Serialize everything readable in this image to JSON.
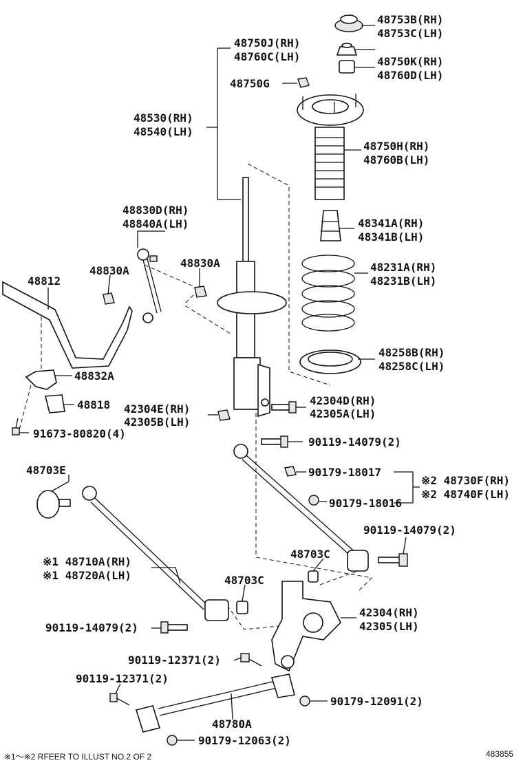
{
  "parts": {
    "p48753B": "48753B(RH)",
    "p48753C": "48753C(LH)",
    "p48750J": "48750J(RH)",
    "p48760C": "48760C(LH)",
    "p48750K": "48750K(RH)",
    "p48760D": "48760D(LH)",
    "p48750G": "48750G",
    "p48530": "48530(RH)",
    "p48540": "48540(LH)",
    "p48750H": "48750H(RH)",
    "p48760B": "48760B(LH)",
    "p48341A": "48341A(RH)",
    "p48341B": "48341B(LH)",
    "p48830D": "48830D(RH)",
    "p48840A": "48840A(LH)",
    "p48830A_1": "48830A",
    "p48830A_2": "48830A",
    "p48231A": "48231A(RH)",
    "p48231B": "48231B(LH)",
    "p48812": "48812",
    "p48258B": "48258B(RH)",
    "p48258C": "48258C(LH)",
    "p48832A": "48832A",
    "p48818": "48818",
    "p42304E": "42304E(RH)",
    "p42305B": "42305B(LH)",
    "p42304D": "42304D(RH)",
    "p42305A": "42305A(LH)",
    "p91673": "91673-80820(4)",
    "p90119_14079_a": "90119-14079(2)",
    "p48703E": "48703E",
    "p90179_18017": "90179-18017",
    "p48730F": "※2 48730F(RH)",
    "p48740F": "※2 48740F(LH)",
    "p90179_18016": "90179-18016",
    "p90119_14079_b": "90119-14079(2)",
    "p48703C_1": "48703C",
    "p48703C_2": "48703C",
    "p48710A": "※1 48710A(RH)",
    "p48720A": "※1 48720A(LH)",
    "p42304": "42304(RH)",
    "p42305": "42305(LH)",
    "p90119_14079_c": "90119-14079(2)",
    "p90119_12371_a": "90119-12371(2)",
    "p90119_12371_b": "90119-12371(2)",
    "p90179_12091": "90179-12091(2)",
    "p48780A": "48780A",
    "p90179_12063": "90179-12063(2)"
  },
  "footer_note": "※1～※2 RFEER TO ILLUST NO.2 OF 2",
  "diagram_id": "483855"
}
